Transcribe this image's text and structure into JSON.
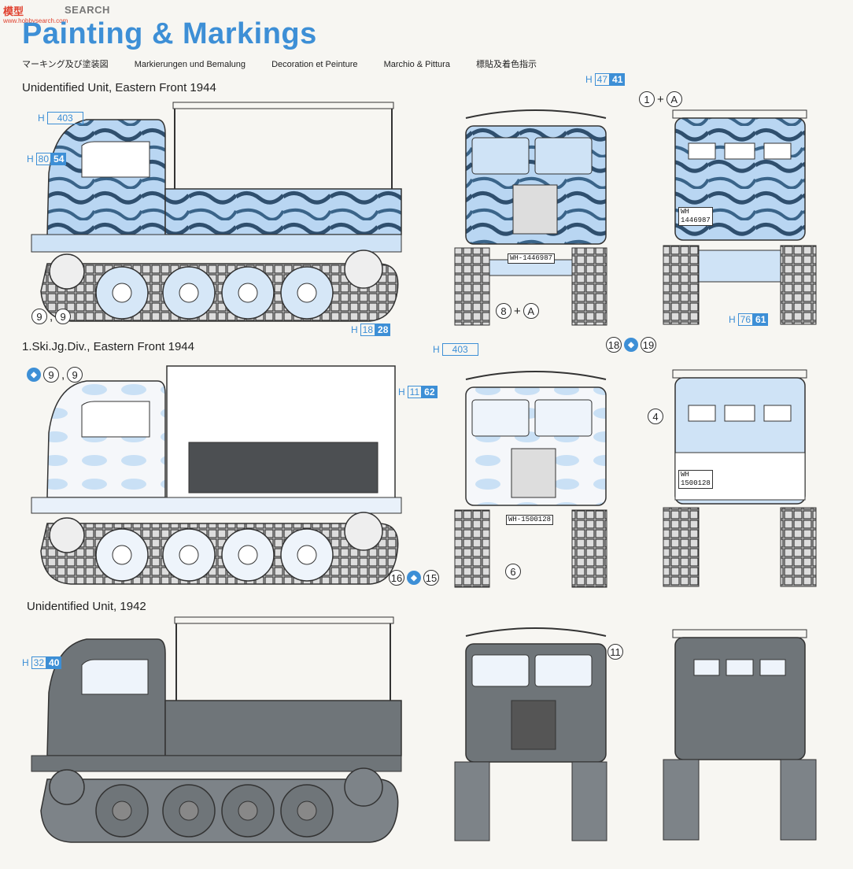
{
  "watermark": {
    "brand": "模型",
    "search": "SEARCH",
    "url": "www.hobbysearch.com"
  },
  "header": {
    "title": "Painting & Markings",
    "subtitles": [
      "マーキング及び塗装図",
      "Markierungen und Bemalung",
      "Decoration et Peinture",
      "Marchio & Pittura",
      "標貼及着色指示"
    ]
  },
  "sections": [
    {
      "title": "Unidentified Unit, Eastern Front 1944",
      "colors": [
        {
          "h": "H",
          "num": "403",
          "fill": ""
        },
        {
          "h": "H",
          "num": "80",
          "fill": "54"
        },
        {
          "h": "H",
          "num": "18",
          "fill": "28"
        },
        {
          "h": "H",
          "num": "47",
          "fill": "41"
        },
        {
          "h": "H",
          "num": "76",
          "fill": "61"
        }
      ],
      "callouts": {
        "side": "9 , 9",
        "front": "8 + A",
        "rear": "1 + A"
      },
      "plates": {
        "front": "WH-1446987",
        "rear_top": "WH",
        "rear_bottom": "1446987"
      }
    },
    {
      "title": "1.Ski.Jg.Div., Eastern Front 1944",
      "colors": [
        {
          "h": "H",
          "num": "403",
          "fill": ""
        },
        {
          "h": "H",
          "num": "11",
          "fill": "62"
        }
      ],
      "callouts": {
        "side": "9 , 9",
        "front_top": "18 19",
        "front_bottom": "16 15",
        "front_plate": "6",
        "rear": "4"
      },
      "plates": {
        "front": "WH-1500128",
        "rear_top": "WH",
        "rear_bottom": "1500128"
      }
    },
    {
      "title": "Unidentified Unit, 1942",
      "colors": [
        {
          "h": "H",
          "num": "32",
          "fill": "40"
        }
      ],
      "callouts": {
        "front": "11"
      }
    }
  ],
  "colors": {
    "accent": "#3d8fd6",
    "grey": "#6f7579",
    "camo_light": "#b9d6f2",
    "camo_dark": "#2f4f6e"
  }
}
